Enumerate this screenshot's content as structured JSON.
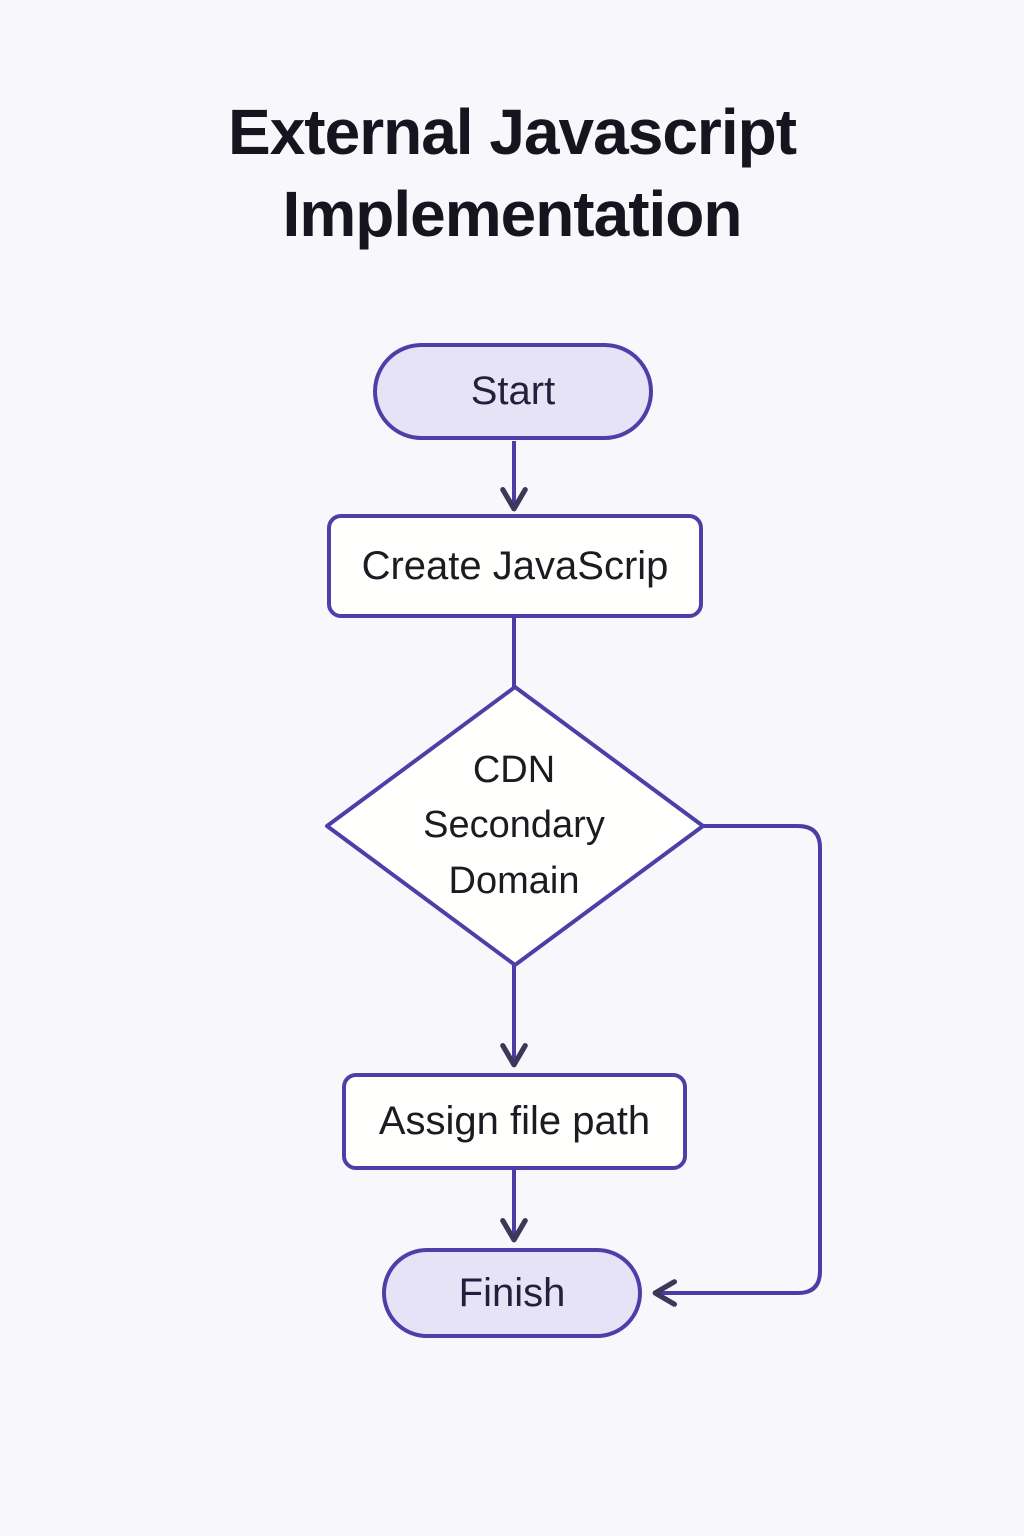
{
  "title": "External Javascript\nImplementation",
  "flowchart": {
    "nodes": [
      {
        "id": "start",
        "type": "terminal",
        "label": "Start"
      },
      {
        "id": "create-javascript-file",
        "type": "process",
        "label": "Create JavaScrip"
      },
      {
        "id": "cdn-secondary-domain",
        "type": "decision",
        "label": "CDN Secondary Domain"
      },
      {
        "id": "assign-file-path",
        "type": "process",
        "label": "Assign file path"
      },
      {
        "id": "finish",
        "type": "terminal",
        "label": "Finish"
      }
    ],
    "edges": [
      {
        "from": "start",
        "to": "create-javascript-file",
        "arrow": true
      },
      {
        "from": "create-javascript-file",
        "to": "cdn-secondary-domain",
        "arrow": false
      },
      {
        "from": "cdn-secondary-domain",
        "to": "assign-file-path",
        "arrow": true
      },
      {
        "from": "assign-file-path",
        "to": "finish",
        "arrow": true
      },
      {
        "from": "cdn-secondary-domain",
        "to": "finish",
        "arrow": true,
        "route": "right-bypass"
      }
    ]
  },
  "colors": {
    "background": "#f8f7fb",
    "line": "#4a3ea6",
    "node_border": "#4c40a8",
    "terminal_fill": "#e7e3f7",
    "process_fill": "#fffffe",
    "title_text": "#17131f",
    "node_text": "#1c1b22",
    "arrowhead": "#3d3759"
  }
}
